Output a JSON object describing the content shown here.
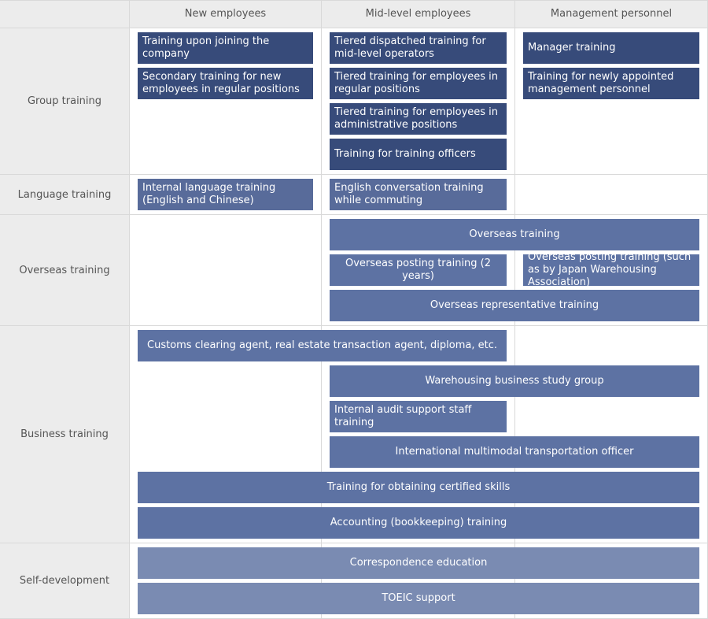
{
  "columns": [
    "New employees",
    "Mid-level employees",
    "Management personnel"
  ],
  "rows": [
    "Group training",
    "Language training",
    "Overseas training",
    "Business training",
    "Self-development"
  ],
  "colors": {
    "group": "#374b7a",
    "language": "#586b9a",
    "business": "#5d72a3",
    "self_development": "#7a8bb2",
    "header_bg": "#ececec",
    "grid_line": "#d9d9d9"
  },
  "group_training": {
    "joining": "Training upon joining the company",
    "secondary": "Secondary training for new employees in regular positions",
    "dispatched": "Tiered dispatched training for mid-level operators",
    "regular": "Tiered training for employees in regular positions",
    "administrative": "Tiered training for employees in administrative positions",
    "officers": "Training for training officers",
    "manager": "Manager training",
    "newly_appointed": "Training for newly appointed management personnel"
  },
  "language_training": {
    "internal": "Internal language training (English and Chinese)",
    "commuting": "English conversation training while commuting"
  },
  "overseas_training": {
    "overseas": "Overseas training",
    "posting_2y": "Overseas posting training (2 years)",
    "posting_jwa": "Overseas posting training (such as by Japan Warehousing Association)",
    "representative": "Overseas representative training"
  },
  "business_training": {
    "customs": "Customs clearing agent, real estate transaction agent, diploma, etc.",
    "warehousing": "Warehousing business study group",
    "audit": "Internal audit support staff training",
    "multimodal": "International multimodal transportation officer",
    "certified": "Training for obtaining certified skills",
    "accounting": "Accounting (bookkeeping) training"
  },
  "self_development": {
    "correspondence": "Correspondence education",
    "toeic": "TOEIC support"
  }
}
